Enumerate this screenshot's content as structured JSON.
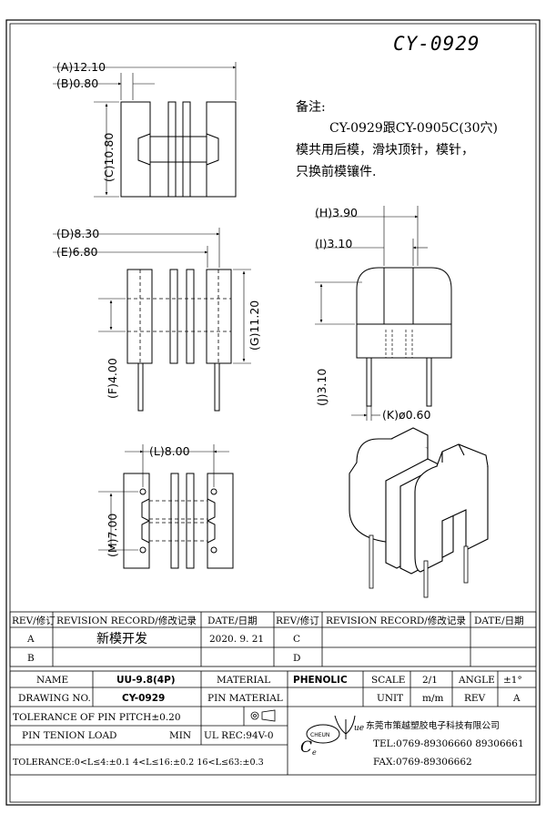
{
  "drawing": {
    "part_number": "CY-0929",
    "dims": {
      "A": "(A)12.10",
      "B": "(B)0.80",
      "C": "(C)10.80",
      "D": "(D)8.30",
      "E": "(E)6.80",
      "F": "(F)4.00",
      "G": "(G)11.20",
      "H": "(H)3.90",
      "I": "(I)3.10",
      "J": "(J)3.10",
      "K": "(K)ø0.60",
      "L": "(L)8.00",
      "M": "(M)7.00"
    },
    "notes": {
      "heading": "备注:",
      "line1": "CY-0929跟CY-0905C(30穴)",
      "line2": "模共用后模，滑块顶针，模针，",
      "line3": "只换前模镶件."
    }
  },
  "revision_table": {
    "h_rev": "REV/修订",
    "h_record": "REVISION RECORD/修改记录",
    "h_date": "DATE/日期",
    "rows": [
      {
        "rev": "A",
        "record": "新模开发",
        "date": "2020. 9. 21"
      },
      {
        "rev": "B",
        "record": "",
        "date": ""
      },
      {
        "rev": "C",
        "record": "",
        "date": ""
      },
      {
        "rev": "D",
        "record": "",
        "date": ""
      }
    ]
  },
  "title_block": {
    "name_label": "NAME",
    "name_value": "UU-9.8(4P)",
    "material_label": "MATERIAL",
    "material_value": "PHENOLIC",
    "scale_label": "SCALE",
    "scale_value": "2/1",
    "angle_label": "ANGLE",
    "angle_value": "±1°",
    "drawing_no_label": "DRAWING NO.",
    "drawing_no_value": "CY-0929",
    "pin_material_label": "PIN MATERIAL",
    "unit_label": "UNIT",
    "unit_value": "m/m",
    "rev_label": "REV",
    "rev_value": "A",
    "pin_pitch_tol": "TOLERANCE OF PIN PITCH±0.20",
    "pin_tension_label": "PIN TENION LOAD",
    "pin_tension_min": "MIN",
    "ul_rec": "UL REC:94V-0",
    "tolerance": "TOLERANCE:0<L≤4:±0.1   4<L≤16:±0.2   16<L≤63:±0.3",
    "company": "东莞市策越塑胶电子科技有限公司",
    "tel": "TEL:0769-89306660 89306661",
    "fax": "FAX:0769-89306662",
    "logo_text_ring": "CHEUN",
    "logo_text_ring2": "YUE"
  }
}
